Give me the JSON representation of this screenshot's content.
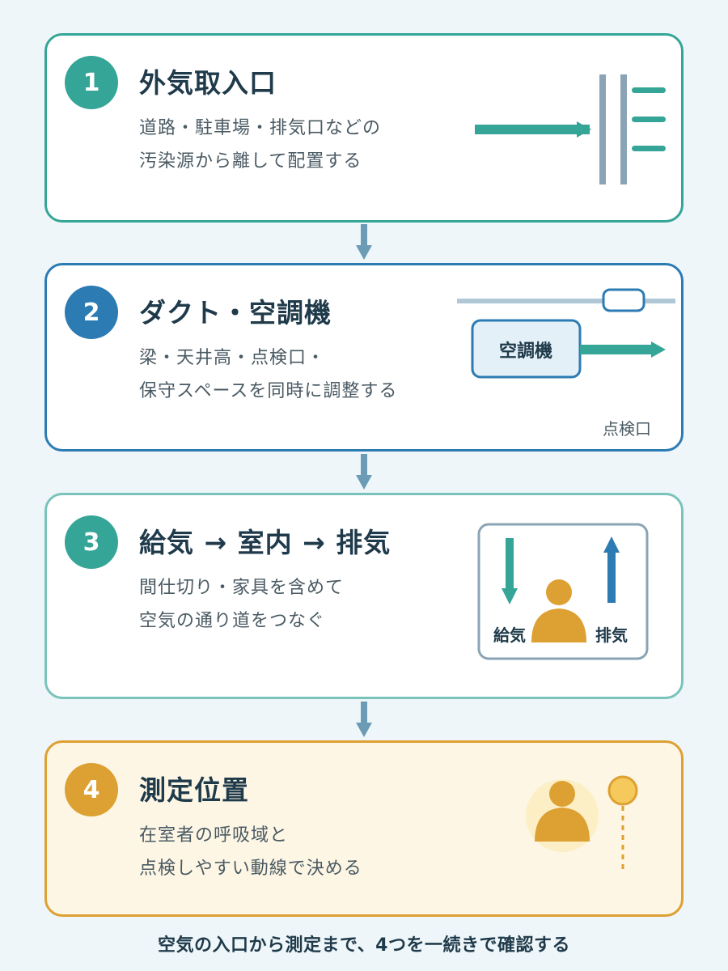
{
  "steps": [
    {
      "number": "1",
      "title": "外気取入口",
      "lines": [
        "道路・駐車場・排気口などの",
        "汚染源から離して配置する"
      ]
    },
    {
      "number": "2",
      "title": "ダクト・空調機",
      "lines": [
        "梁・天井高・点検口・",
        "保守スペースを同時に調整する"
      ],
      "ahu_label": "空調機",
      "access_label": "点検口"
    },
    {
      "number": "3",
      "title": "給気 → 室内 → 排気",
      "lines": [
        "間仕切り・家具を含めて",
        "空気の通り道をつなぐ"
      ],
      "supply_label": "給気",
      "exhaust_label": "排気"
    },
    {
      "number": "4",
      "title": "測定位置",
      "lines": [
        "在室者の呼吸域と",
        "点検しやすい動線で決める"
      ]
    }
  ],
  "footer": "空気の入口から測定まで、4つを一続きで確認する",
  "colors": {
    "teal": "#35a597",
    "blue": "#2d7bb3",
    "light_teal": "#79c3bb",
    "gold": "#dda032",
    "slate": "#8aa4b5"
  }
}
